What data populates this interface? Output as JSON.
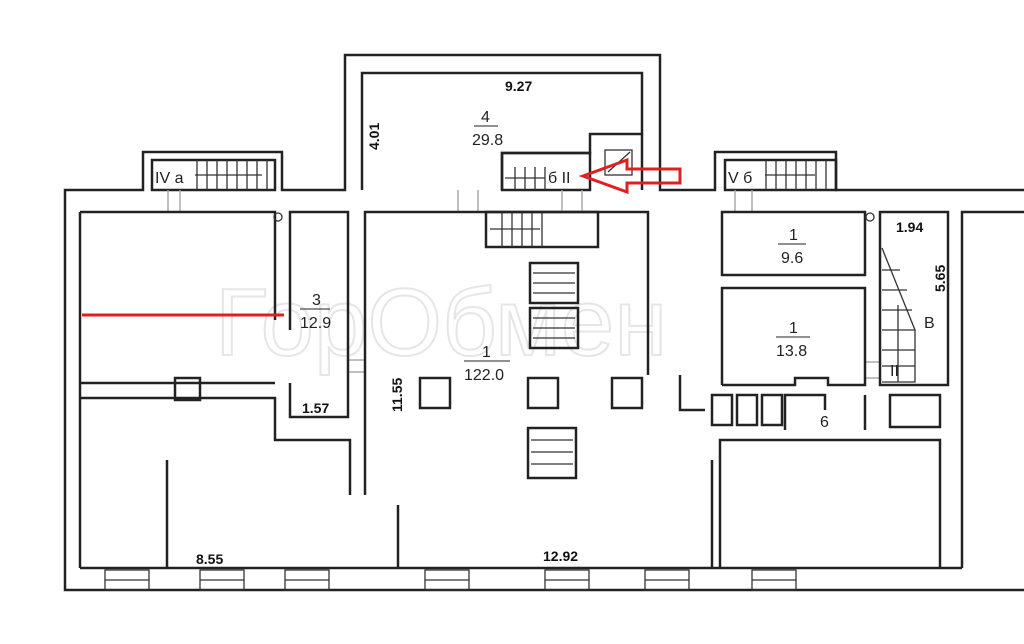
{
  "plan": {
    "watermark": "ГорОбмен",
    "dimensions": {
      "annex_width": "9.27",
      "annex_depth": "4.01",
      "stair_b_width": "1.94",
      "stair_b_length": "5.65",
      "corridor_small": "1.57",
      "hall_depth": "11.55",
      "left_front": "8.55",
      "hall_front": "12.92"
    },
    "rooms": [
      {
        "number": "4",
        "area": "29.8"
      },
      {
        "number": "3",
        "area": "12.9"
      },
      {
        "number": "1",
        "area": "122.0"
      },
      {
        "number": "1",
        "area": "9.6"
      },
      {
        "number": "1",
        "area": "13.8"
      }
    ],
    "stairs": {
      "left": "IV а",
      "center": "б II",
      "right": "V б",
      "b_letter": "В",
      "b_roman": "II"
    },
    "room_6": "6",
    "colors": {
      "highlight": "#e02020",
      "wall": "#222222"
    }
  }
}
